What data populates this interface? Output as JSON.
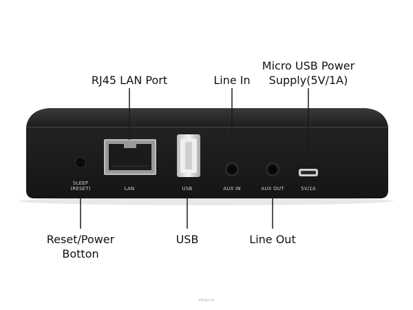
{
  "callouts": {
    "lan": "RJ45 LAN Port",
    "line_in": "Line In",
    "power_line1": "Micro USB Power",
    "power_line2": "Supply(5V/1A)",
    "reset_line1": "Reset/Power",
    "reset_line2": "Botton",
    "usb": "USB",
    "line_out": "Line Out"
  },
  "panel_labels": {
    "sleep_line1": "SLEEP",
    "sleep_line2": "(RESET)",
    "lan": "LAN",
    "usb": "USB",
    "aux_in": "AUX IN",
    "aux_out": "AUX OUT",
    "power": "5V/1A"
  },
  "watermark": "allegro.pl",
  "colors": {
    "device_body": "#1c1c1e",
    "device_top": "#2a2a2c",
    "leader_line": "#1a1a1a",
    "panel_text": "#cfcfcf"
  }
}
